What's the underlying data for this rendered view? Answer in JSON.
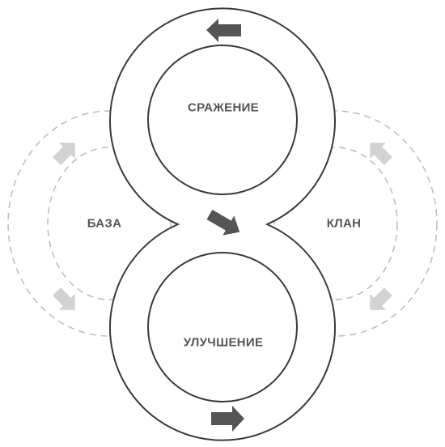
{
  "labels": {
    "battle": "СРАЖЕНИЕ",
    "upgrade": "УЛУЧШЕНИЕ",
    "base": "БАЗА",
    "clan": "КЛАН"
  },
  "colors": {
    "outline": "#3a3a3a",
    "main_arrow": "#555555",
    "dashed": "#bbbbbb",
    "side_arrow": "#d2d2d2",
    "text": "#555555"
  }
}
